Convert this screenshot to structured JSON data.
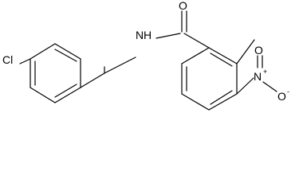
{
  "molecule": {
    "atoms": {
      "chlorine": "Cl",
      "amide_nitrogen": "N",
      "amide_hydrogen": "H",
      "carbonyl_oxygen": "O",
      "nitro_nitrogen": "N",
      "nitro_plus": "+",
      "nitro_oxygen_top": "O",
      "nitro_oxygen_bottom": "O",
      "nitro_minus": "-"
    },
    "colors": {
      "bond": "#000000",
      "text": "#000000",
      "background": "#ffffff"
    }
  }
}
